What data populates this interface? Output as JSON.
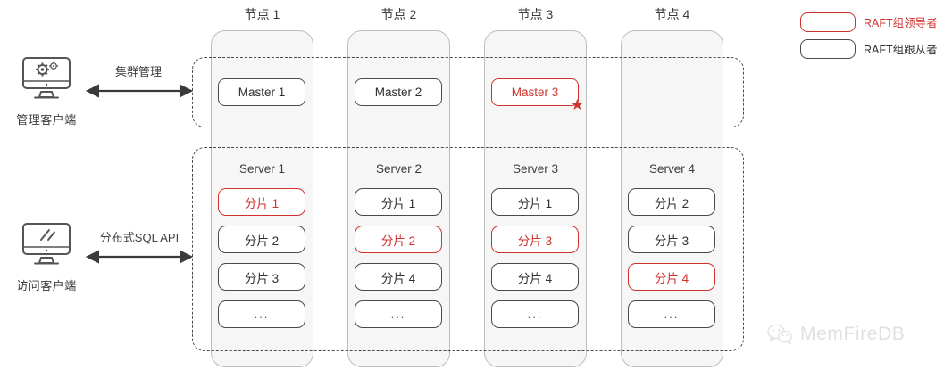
{
  "clients": [
    {
      "id": "admin",
      "label": "管理客户端",
      "icon": "monitor-gear-icon",
      "arrow_label": "集群管理"
    },
    {
      "id": "access",
      "label": "访问客户端",
      "icon": "monitor-slash-icon",
      "arrow_label": "分布式SQL API"
    }
  ],
  "nodes": [
    {
      "title": "节点 1",
      "master": {
        "label": "Master 1",
        "leader": false
      },
      "server": {
        "title": "Server 1",
        "shards": [
          {
            "label": "分片 1",
            "leader": true
          },
          {
            "label": "分片 2",
            "leader": false
          },
          {
            "label": "分片 3",
            "leader": false
          },
          {
            "label": "...",
            "leader": false
          }
        ]
      }
    },
    {
      "title": "节点 2",
      "master": {
        "label": "Master 2",
        "leader": false
      },
      "server": {
        "title": "Server 2",
        "shards": [
          {
            "label": "分片 1",
            "leader": false
          },
          {
            "label": "分片 2",
            "leader": true
          },
          {
            "label": "分片 4",
            "leader": false
          },
          {
            "label": "...",
            "leader": false
          }
        ]
      }
    },
    {
      "title": "节点 3",
      "master": {
        "label": "Master 3",
        "leader": true
      },
      "server": {
        "title": "Server 3",
        "shards": [
          {
            "label": "分片 1",
            "leader": false
          },
          {
            "label": "分片 3",
            "leader": true
          },
          {
            "label": "分片 4",
            "leader": false
          },
          {
            "label": "...",
            "leader": false
          }
        ]
      }
    },
    {
      "title": "节点 4",
      "master": null,
      "server": {
        "title": "Server 4",
        "shards": [
          {
            "label": "分片 2",
            "leader": false
          },
          {
            "label": "分片 3",
            "leader": false
          },
          {
            "label": "分片 4",
            "leader": true
          },
          {
            "label": "...",
            "leader": false
          }
        ]
      }
    }
  ],
  "legend": [
    {
      "label": "RAFT组领导者",
      "leader": true
    },
    {
      "label": "RAFT组跟从者",
      "leader": false
    }
  ],
  "watermark": {
    "text": "MemFireDB",
    "icon": "wechat-icon"
  },
  "colors": {
    "leader_red": "#d0312d",
    "outline_dark": "#4a4a4a",
    "node_fill": "#f6f6f6",
    "text": "#2f2f2f"
  }
}
